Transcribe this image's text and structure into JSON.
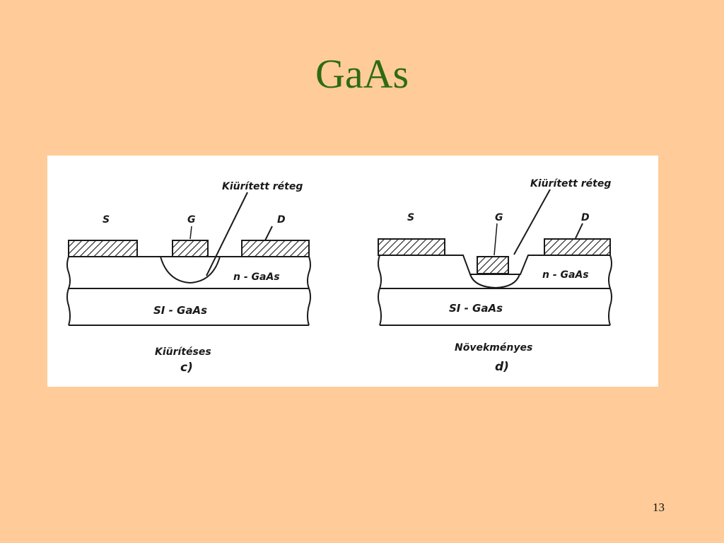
{
  "slide": {
    "title": "GaAs",
    "page_number": "13"
  },
  "diagram_c": {
    "depletion_label": "Kiürített réteg",
    "source_label": "S",
    "gate_label": "G",
    "drain_label": "D",
    "active_layer_label": "n - GaAs",
    "substrate_label": "SI - GaAs",
    "mode_label": "Kiürítéses",
    "panel_label": "c)"
  },
  "diagram_d": {
    "depletion_label": "Kiürített réteg",
    "source_label": "S",
    "gate_label": "G",
    "drain_label": "D",
    "active_layer_label": "n - GaAs",
    "substrate_label": "SI - GaAs",
    "mode_label": "Növekményes",
    "panel_label": "d)"
  }
}
